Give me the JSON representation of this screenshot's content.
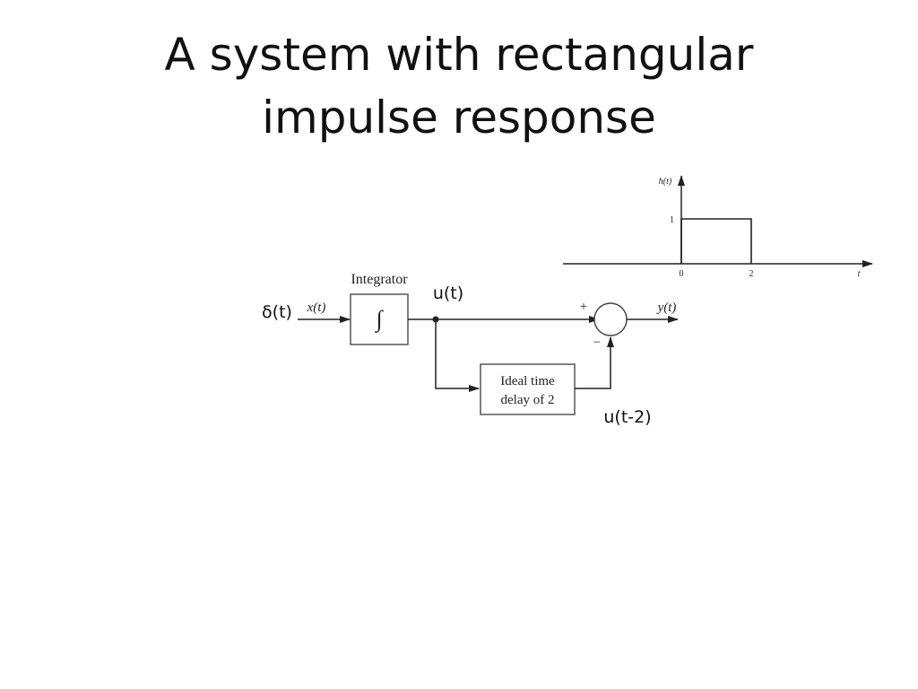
{
  "title": {
    "line1": "A system with rectangular",
    "line2": "impulse response"
  },
  "block_diagram": {
    "integrator_label": "Integrator",
    "integral_symbol": "∫",
    "input_signal": "x(t)",
    "output_signal": "y(t)",
    "plus_sign": "+",
    "minus_sign": "−",
    "delay_block": {
      "line1": "Ideal time",
      "line2": "delay of 2"
    }
  },
  "annotations": {
    "input_impulse": "δ(t)",
    "integrator_output": "u(t)",
    "delayed_output": "u(t-2)"
  },
  "impulse_response_plot": {
    "ylabel": "h(t)",
    "xlabel": "t",
    "y_tick": "1",
    "x_ticks": [
      "0",
      "2"
    ],
    "pulse": {
      "start": 0,
      "end": 2,
      "height": 1
    }
  }
}
